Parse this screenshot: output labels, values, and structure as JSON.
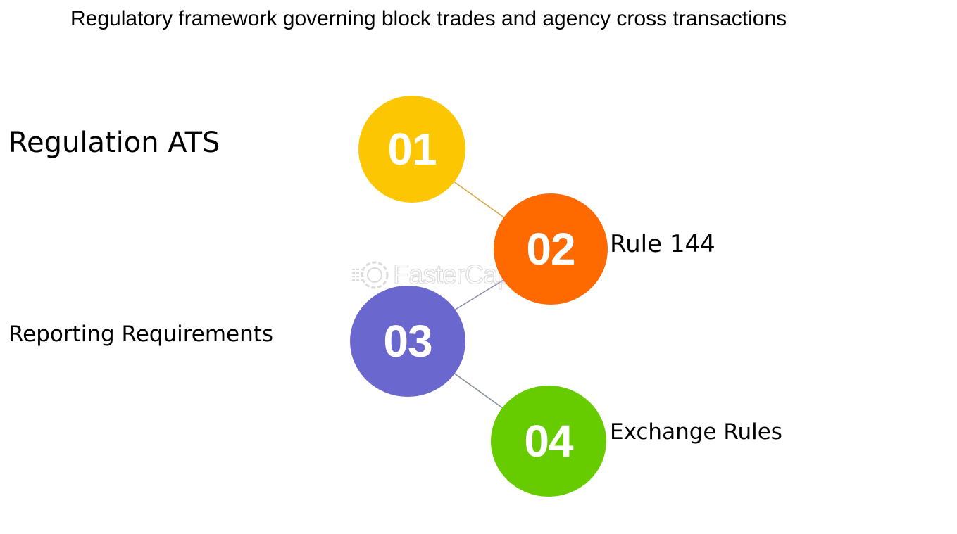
{
  "title": "Regulatory framework governing block trades and agency cross transactions",
  "watermark": "FasterCapital",
  "steps": [
    {
      "number": "01",
      "label": "Regulation ATS",
      "color": "#FDC602"
    },
    {
      "number": "02",
      "label": "Rule 144",
      "color": "#FF6A00"
    },
    {
      "number": "03",
      "label": "Reporting Requirements",
      "color": "#6A67CE"
    },
    {
      "number": "04",
      "label": "Exchange Rules",
      "color": "#66CC00"
    }
  ]
}
